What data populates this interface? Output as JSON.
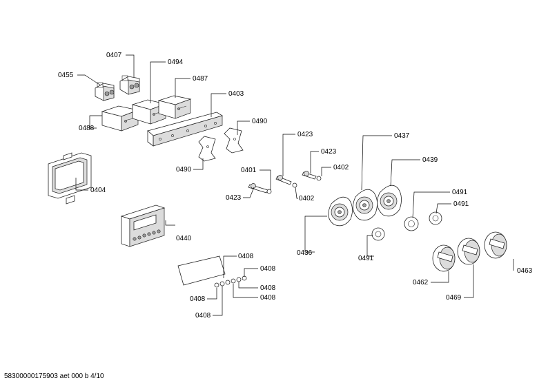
{
  "labels": {
    "l0407": "0407",
    "l0494": "0494",
    "l0455": "0455",
    "l0487": "0487",
    "l0403": "0403",
    "l0488": "0488",
    "l0490a": "0490",
    "l0490b": "0490",
    "l0423a": "0423",
    "l0437": "0437",
    "l0423b": "0423",
    "l0402a": "0402",
    "l0439": "0439",
    "l0401": "0401",
    "l0404": "0404",
    "l0423c": "0423",
    "l0402b": "0402",
    "l0491a": "0491",
    "l0491b": "0491",
    "l0440": "0440",
    "l0436": "0436",
    "l0491c": "0491",
    "l0408a": "0408",
    "l0408b": "0408",
    "l0408c": "0408",
    "l0408d": "0408",
    "l0408e": "0408",
    "l0408f": "0408",
    "l0462": "0462",
    "l0463": "0463",
    "l0469": "0469"
  },
  "footer": "58300000175903 aet 000 b 4/10"
}
